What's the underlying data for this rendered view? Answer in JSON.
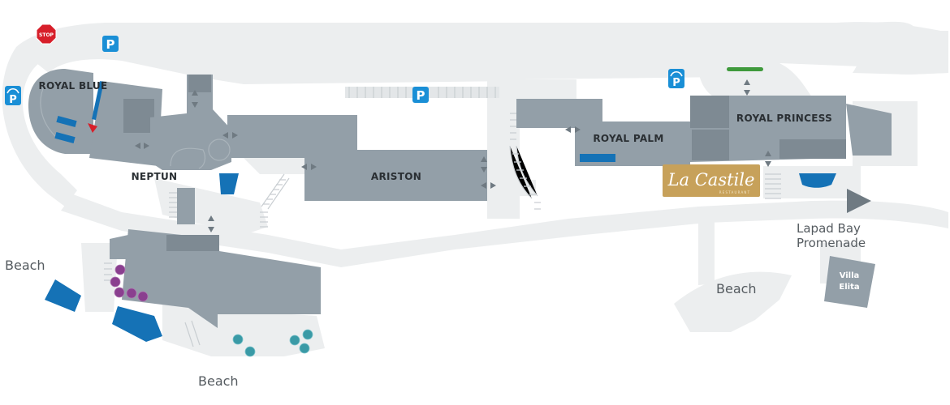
{
  "buildings": {
    "royal_blue": "ROYAL BLUE",
    "neptun": "NEPTUN",
    "ariston": "ARISTON",
    "royal_palm": "ROYAL PALM",
    "royal_princess": "ROYAL PRINCESS"
  },
  "areas": {
    "beach_left": "Beach",
    "beach_bottom": "Beach",
    "beach_right": "Beach",
    "promenade_line1": "Lapad Bay",
    "promenade_line2": "Promenade"
  },
  "villa": {
    "line1": "Villa",
    "line2": "Elita"
  },
  "restaurant": {
    "name": "La Castile",
    "subtitle": "RESTAURANT"
  },
  "stop_sign": "STOP",
  "parking_label": "P",
  "colors": {
    "road": "#eceeef",
    "building": "#939fa8",
    "building_dark": "#7e8a93",
    "pool": "#1572b6",
    "parking": "#1a8fd6",
    "stop": "#d71f2a",
    "restaurant": "#c7a15a",
    "purple_umbrella": "#8a3f8f",
    "teal_umbrella": "#3a9aa6",
    "green_bar": "#3f9a3c"
  }
}
